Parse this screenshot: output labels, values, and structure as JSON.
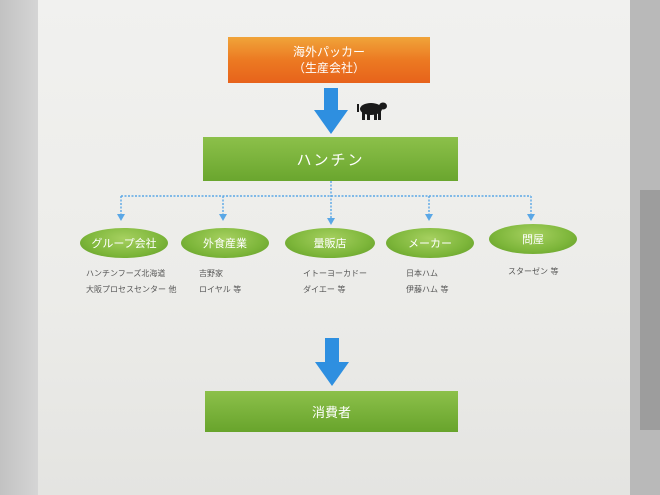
{
  "diagram": {
    "top_box": {
      "line1": "海外パッカー",
      "line2": "（生産会社）"
    },
    "center_box": {
      "label": "ハンチン"
    },
    "bottom_box": {
      "label": "消費者"
    },
    "categories": [
      {
        "label": "グループ会社",
        "lines": [
          "ハンチンフーズ北海道",
          "大阪プロセスセンター 他"
        ]
      },
      {
        "label": "外食産業",
        "lines": [
          "吉野家",
          "ロイヤル 等"
        ]
      },
      {
        "label": "量販店",
        "lines": [
          "イトーヨーカドー",
          "ダイエー 等"
        ]
      },
      {
        "label": "メーカー",
        "lines": [
          "日本ハム",
          "伊藤ハム 等"
        ]
      },
      {
        "label": "問屋",
        "lines": [
          "スターゼン 等"
        ]
      }
    ]
  },
  "colors": {
    "orange": "#ec7a22",
    "green": "#7db63a",
    "arrow_blue": "#2e8fe0",
    "connector_blue": "#5aa7e6"
  },
  "icons": {
    "cow": "cow-icon",
    "arrows": "arrow-down-icon"
  }
}
